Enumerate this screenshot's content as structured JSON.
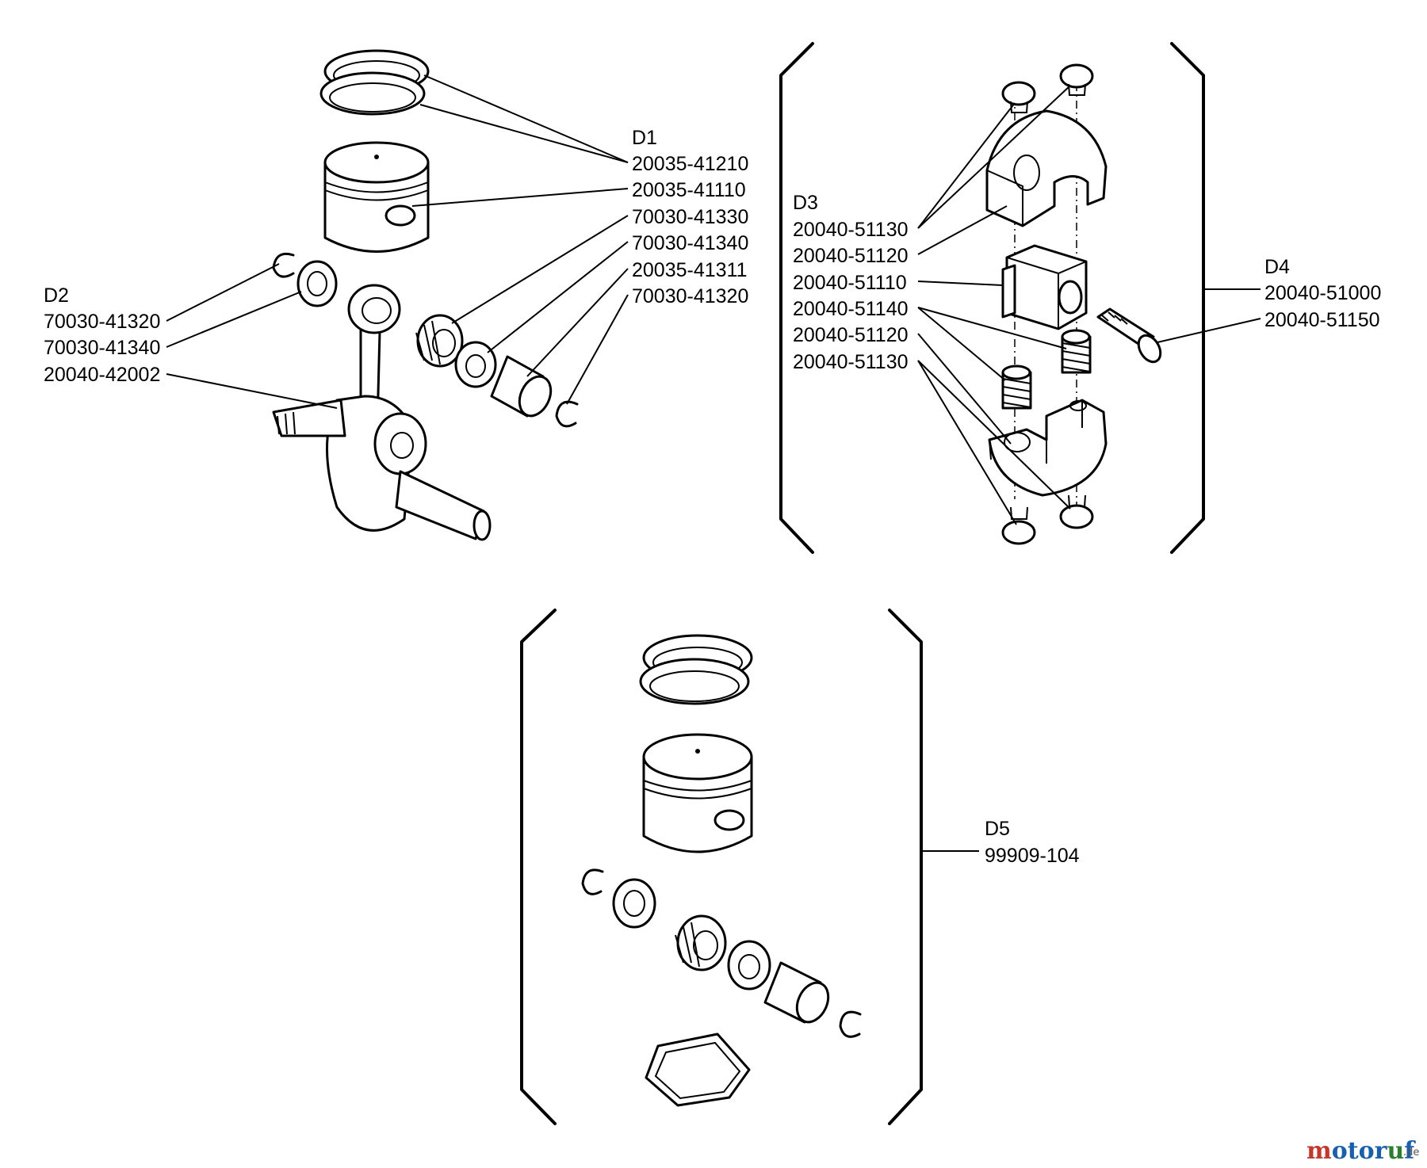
{
  "groups": {
    "d1": {
      "label": "D1",
      "parts": [
        "20035-41210",
        "20035-41110",
        "70030-41330",
        "70030-41340",
        "20035-41311",
        "70030-41320"
      ]
    },
    "d2": {
      "label": "D2",
      "parts": [
        "70030-41320",
        "70030-41340",
        "20040-42002"
      ]
    },
    "d3": {
      "label": "D3",
      "parts": [
        "20040-51130",
        "20040-51120",
        "20040-51110",
        "20040-51140",
        "20040-51120",
        "20040-51130"
      ]
    },
    "d4": {
      "label": "D4",
      "parts": [
        "20040-51000",
        "20040-51150"
      ]
    },
    "d5": {
      "label": "D5",
      "parts": [
        "99909-104"
      ]
    }
  },
  "watermark": {
    "brand": "motoruf",
    "suffix": ".de",
    "colors": {
      "m": "#c0392b",
      "o": "#1a5fa8",
      "t": "#1a5fa8",
      "r": "#1a5fa8",
      "u": "#2e7d32",
      "f": "#1a5fa8"
    }
  },
  "icons": [
    "piston-rings",
    "piston",
    "circlip",
    "needle-bearing",
    "washer",
    "piston-pin",
    "crankshaft",
    "bearing-cap-halves",
    "clamp-block",
    "springs",
    "screws",
    "cylinder-gasket"
  ]
}
